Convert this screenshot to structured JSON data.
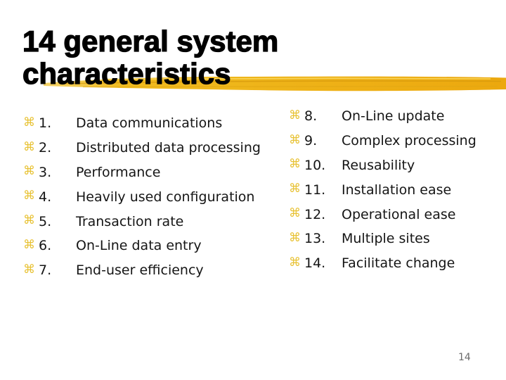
{
  "slide": {
    "title_line1": "14 general system",
    "title_line2": "characteristics",
    "page_number": "14"
  },
  "bullets": {
    "glyph": "⌘",
    "icon_name": "command-bullet-icon",
    "color": "#E8C234"
  },
  "accent": {
    "highlight_stroke_gold": "#EFB213",
    "highlight_stroke_dark_streak": "#D79A0C",
    "highlight_stroke_light_streak": "#F9D75E",
    "title_color": "#000000",
    "body_text_color": "#151515",
    "page_number_color": "#6b6b6b"
  },
  "lists": {
    "left": [
      {
        "num": "1.",
        "label": "Data communications"
      },
      {
        "num": "2.",
        "label": "Distributed data processing"
      },
      {
        "num": "3.",
        "label": "Performance"
      },
      {
        "num": "4.",
        "label": "Heavily used configuration"
      },
      {
        "num": "5.",
        "label": "Transaction rate"
      },
      {
        "num": "6.",
        "label": "On-Line data entry"
      },
      {
        "num": "7.",
        "label": "End-user efficiency"
      }
    ],
    "right": [
      {
        "num": "8.",
        "label": "On-Line update"
      },
      {
        "num": "9.",
        "label": "Complex processing"
      },
      {
        "num": "10.",
        "label": "Reusability"
      },
      {
        "num": "11.",
        "label": "Installation ease"
      },
      {
        "num": "12.",
        "label": "Operational ease"
      },
      {
        "num": "13.",
        "label": "Multiple sites"
      },
      {
        "num": "14.",
        "label": "Facilitate change"
      }
    ]
  }
}
